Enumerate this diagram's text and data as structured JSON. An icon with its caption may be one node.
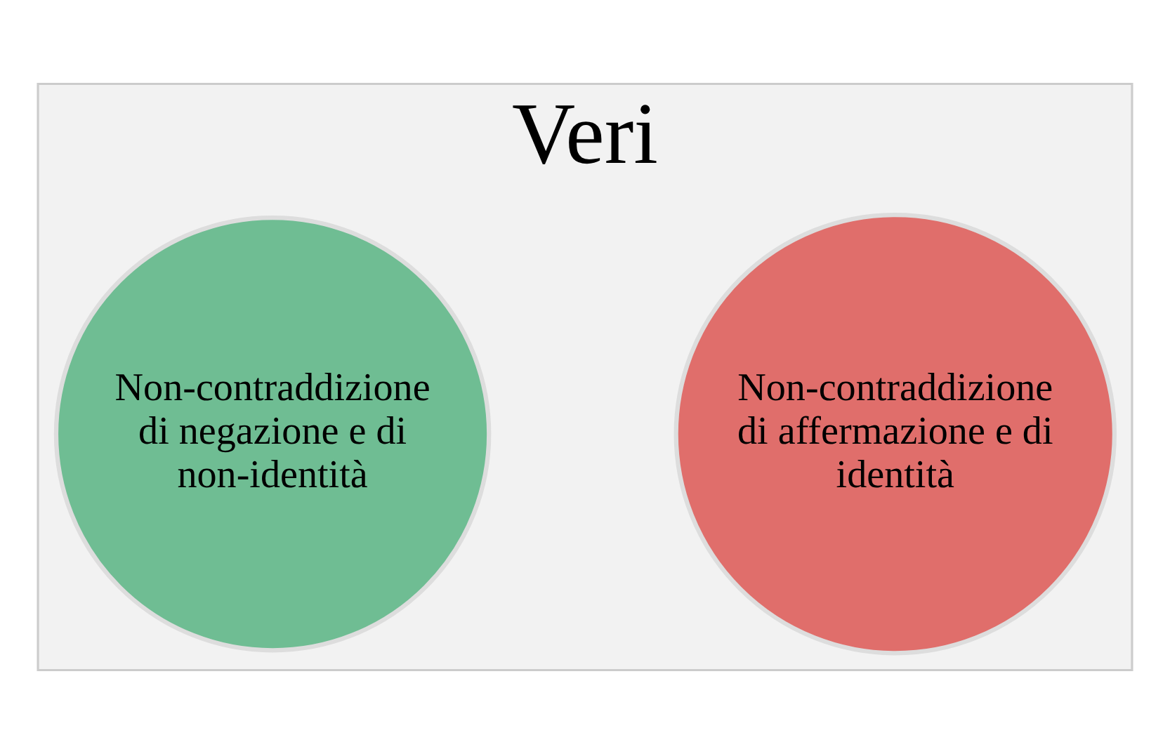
{
  "diagram": {
    "nodes": [
      {
        "text": [
          "Veri"
        ]
      },
      {
        "text": [
          "Non-contraddizione di affermazione e di identità"
        ],
        "in": 0
      },
      {
        "text": [
          "Non-contraddizione di negazione e di non-identità"
        ],
        "in": 0
      }
    ],
    "edges": []
  }
}
